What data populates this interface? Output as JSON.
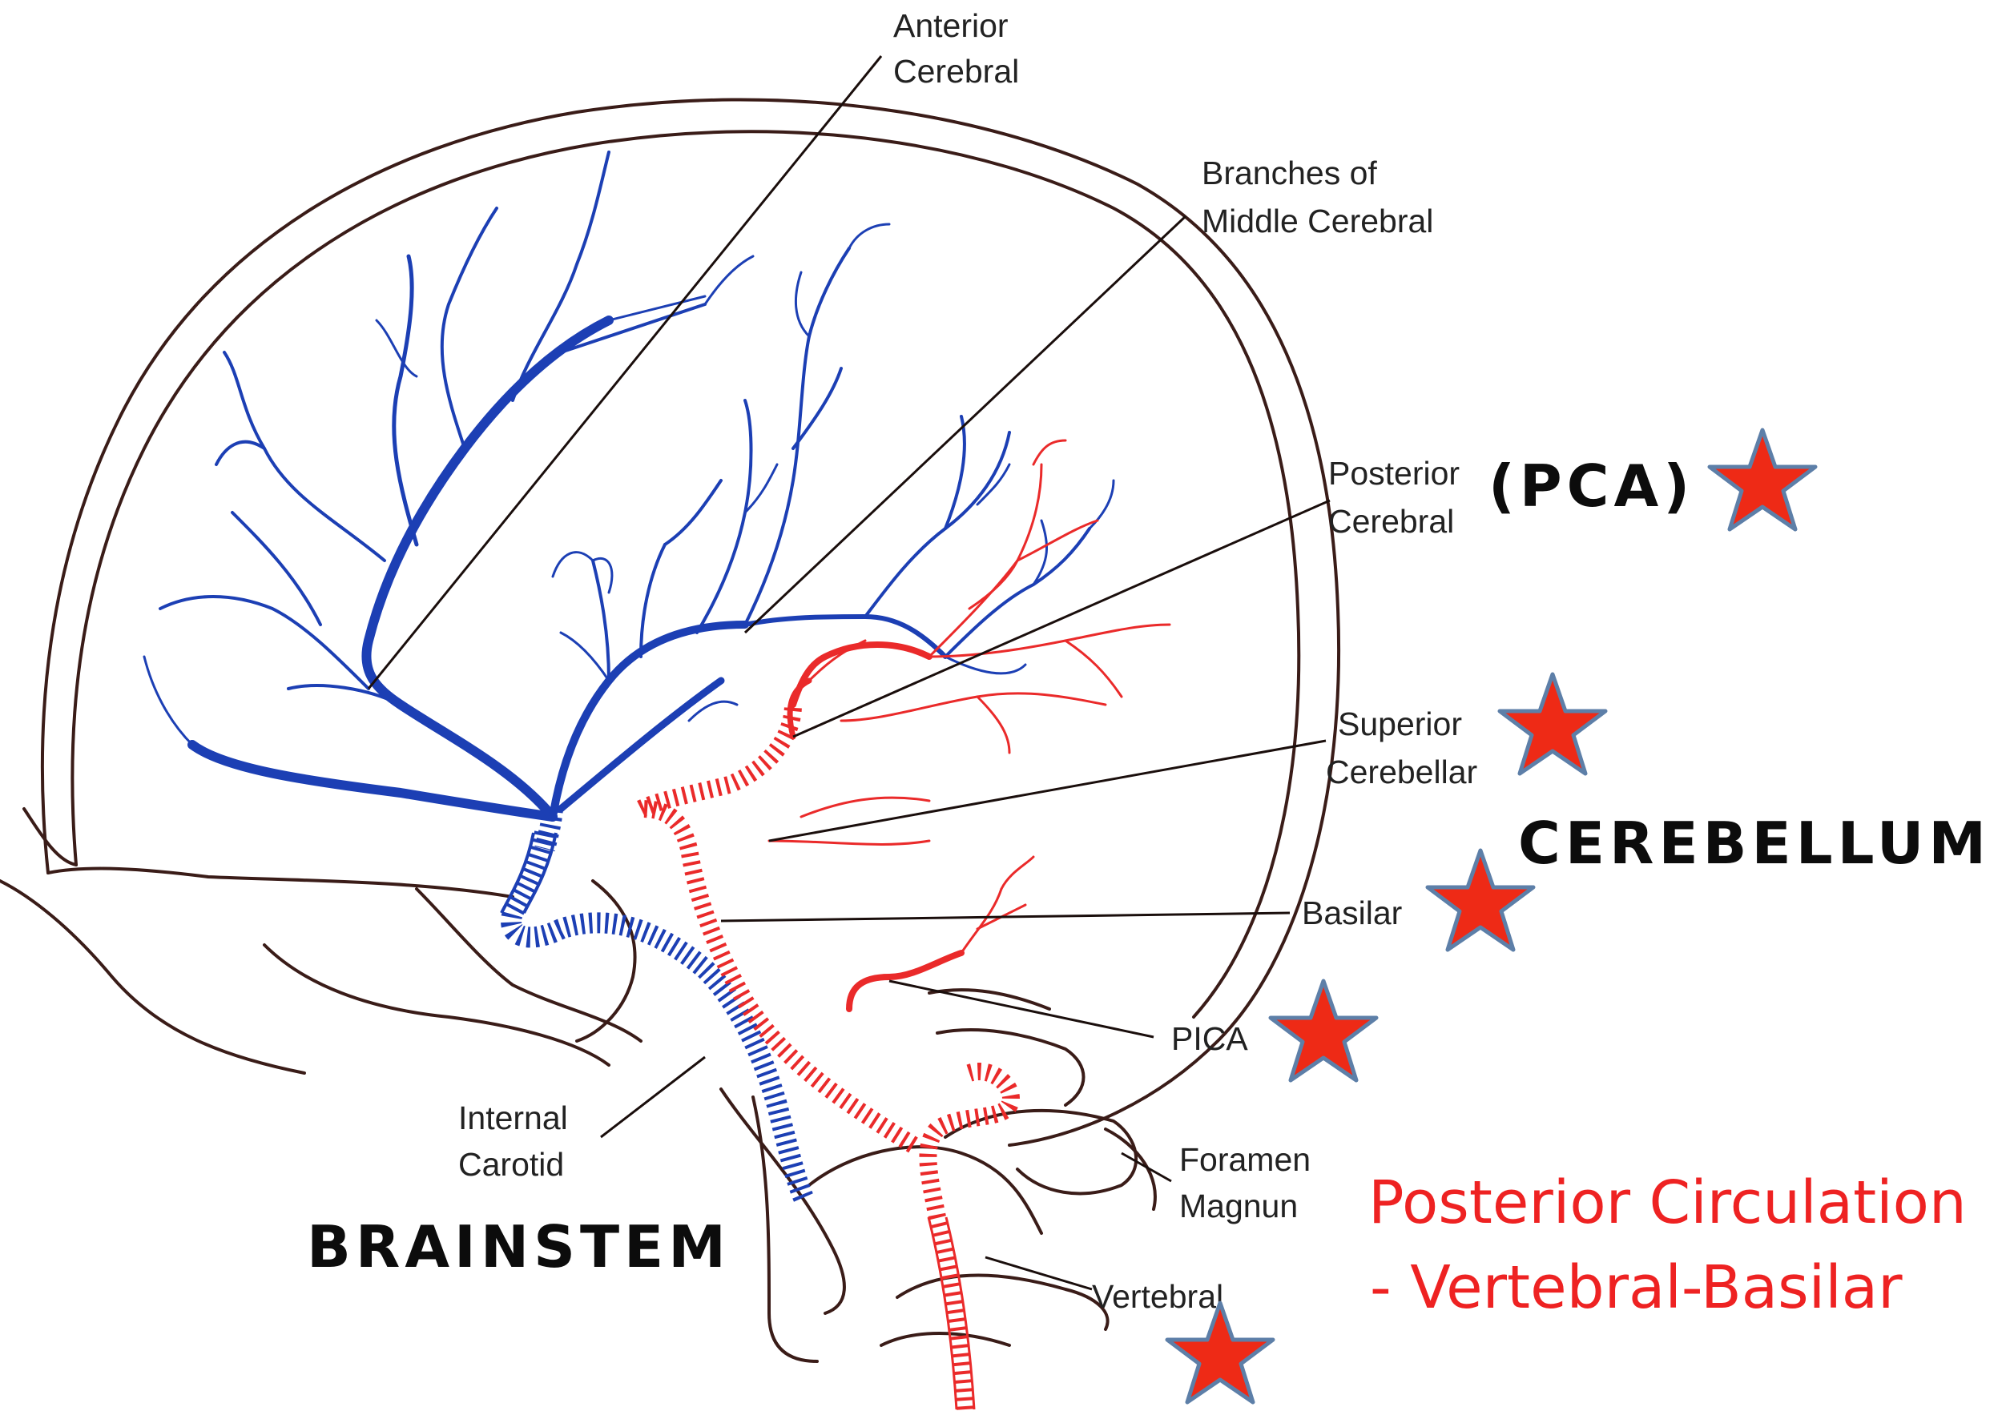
{
  "header_text": "",
  "labels": {
    "anterior_cerebral_1": "Anterior",
    "anterior_cerebral_2": "Cerebral",
    "middle_cerebral_1": "Branches of",
    "middle_cerebral_2": "Middle Cerebral",
    "posterior_cerebral_1": "Posterior",
    "posterior_cerebral_2": "Cerebral",
    "pca": "(PCA)",
    "superior_cerebellar_1": "Superior",
    "superior_cerebellar_2": "Cerebellar",
    "cerebellum": "CEREBELLUM",
    "basilar": "Basilar",
    "pica": "PICA",
    "internal_carotid_1": "Internal",
    "internal_carotid_2": "Carotid",
    "brainstem": "BRAINSTEM",
    "foramen_magnum_1": "Foramen",
    "foramen_magnum_2": "Magnun",
    "vertebral": "Vertebral",
    "posterior_circulation_1": "Posterior Circulation",
    "posterior_circulation_2": "- Vertebral-Basilar"
  },
  "colors": {
    "anterior_circulation": "#1c3fb4",
    "posterior_circulation": "#ea2a2a",
    "star_fill": "#ee2a16",
    "star_outline": "#5d7fa8",
    "outline": "#3a1c18"
  },
  "icons": [
    "star-icon"
  ]
}
